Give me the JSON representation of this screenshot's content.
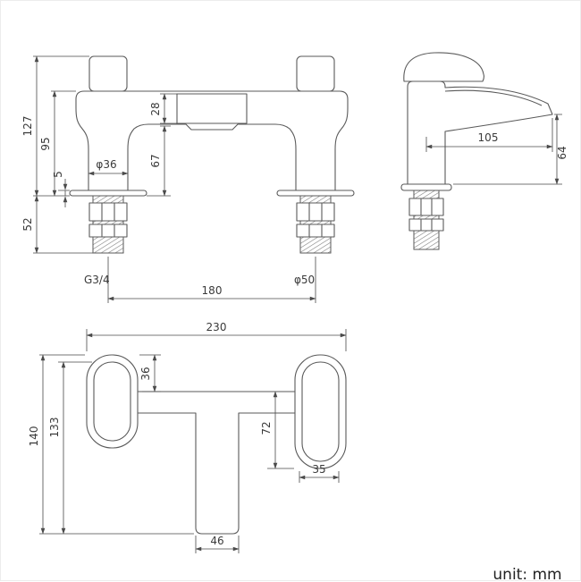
{
  "unit_label": "unit: mm",
  "front_view": {
    "total_height": "127",
    "body_height": "95",
    "plate_thickness": "5",
    "tail_length": "52",
    "leg_diameter": "φ36",
    "body_depth": "28",
    "underbody_clearance": "67",
    "tail_centres": "180",
    "thread_size": "G3/4",
    "flange_diameter": "φ50"
  },
  "side_view": {
    "spout_reach": "105",
    "spout_height": "64"
  },
  "plan_view": {
    "overall_width": "230",
    "handle_rear_offset": "36",
    "handle_length": "72",
    "overall_depth": "140",
    "body_depth": "133",
    "handle_width": "35",
    "spout_body_width": "46"
  }
}
